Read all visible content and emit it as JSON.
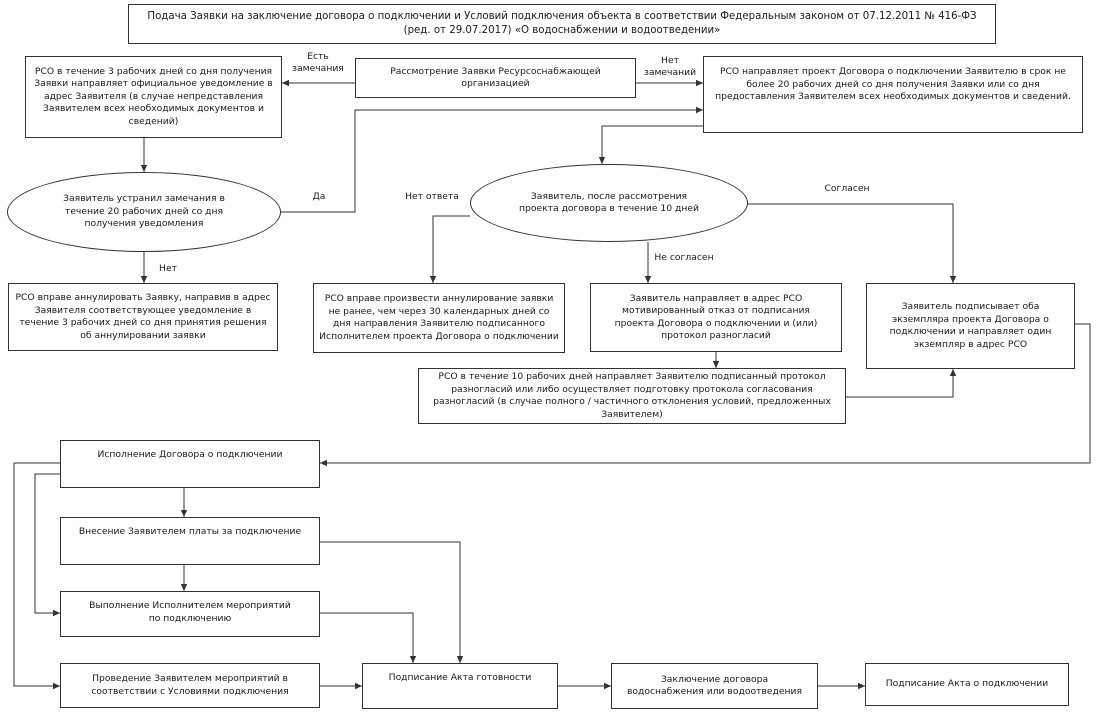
{
  "title": "Подача Заявки на заключение договора о подключении и Условий подключения объекта в соответствии Федеральным законом от 07.12.2011 № 416-ФЗ (ред. от 29.07.2017) «О водоснабжении и водоотведении»",
  "nodes": {
    "review": "Рассмотрение Заявки Ресурсоснабжающей организацией",
    "rso_notice": "РСО в течение 3 рабочих дней со дня получения Заявки направляет официальное уведомление в адрес Заявителя (в случае непредставления Заявителем всех необходимых документов и сведений)",
    "rso_draft": "РСО направляет проект Договора о подключении Заявителю в срок не более 20 рабочих дней со дня получения Заявки или со дня предоставления Заявителем всех необходимых документов и сведений.",
    "fixed": "Заявитель устранил замечания в течение 20 рабочих дней со дня получения уведомления",
    "after_review": "Заявитель, после рассмотрения проекта договора в течение 10 дней",
    "annul_notice": "РСО вправе аннулировать Заявку, направив в адрес Заявителя соответствующее уведомление в течение 3 рабочих дней со дня принятия решения об аннулировании заявки",
    "annul_30": "РСО вправе произвести аннулирование заявки не ранее, чем через 30 календарных дней со дня направления Заявителю подписанного Исполнителем проекта Договора о подключении",
    "refusal": "Заявитель направляет в адрес РСО мотивированный отказ от подписания проекта Договора о подключении и (или) протокол разногласий",
    "signs": "Заявитель подписывает оба экземпляра проекта Договора о подключении и направляет один экземпляр в адрес РСО",
    "rso_protocol": "РСО в течение 10 рабочих дней направляет Заявителю подписанный протокол разногласий или либо осуществляет подготовку протокола согласования разногласий (в случае полного / частичного отклонения условий, предложенных Заявителем)",
    "execution": "Исполнение Договора о подключении",
    "payment": "Внесение Заявителем платы за подключение",
    "executor_measures": "Выполнение Исполнителем мероприятий по подключению",
    "applicant_measures": "Проведение Заявителем мероприятий в соответствии с Условиями подключения",
    "readiness_act": "Подписание Акта готовности",
    "water_contract": "Заключение договора водоснабжения или водоотведения",
    "connection_act": "Подписание Акта о подключении"
  },
  "labels": {
    "remarks_yes_1": "Есть",
    "remarks_yes_2": "замечания",
    "remarks_no_1": "Нет",
    "remarks_no_2": "замечаний",
    "yes": "Да",
    "no": "Нет",
    "no_answer": "Нет ответа",
    "disagree": "Не согласен",
    "agree": "Согласен"
  },
  "colors": {
    "line": "#333333",
    "text": "#1a1a1a"
  }
}
